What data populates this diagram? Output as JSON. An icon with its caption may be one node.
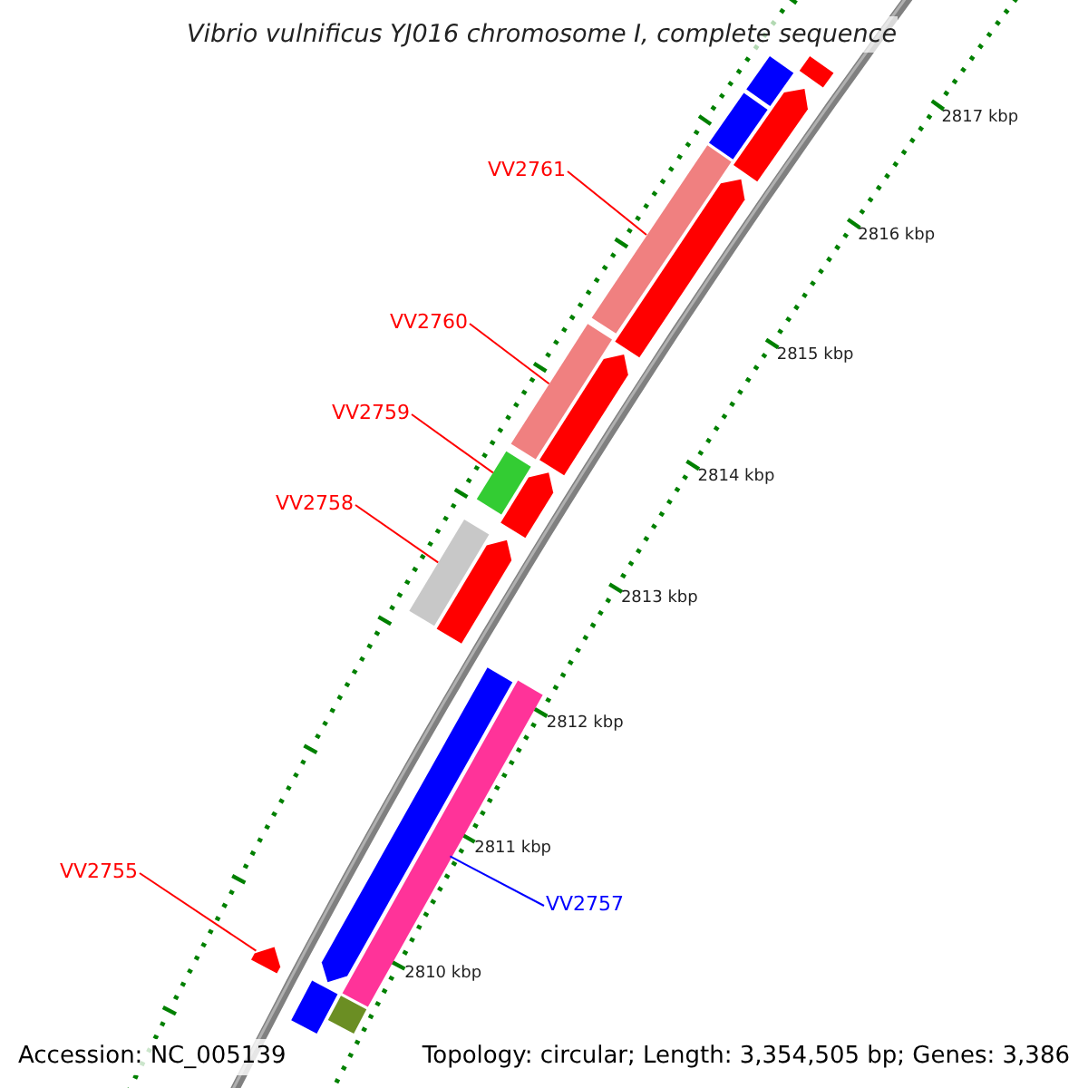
{
  "diagram": {
    "title": "Vibrio vulnificus YJ016 chromosome I, complete sequence",
    "nodes": [
      {
        "text": [
          "VV2761"
        ]
      },
      {
        "text": [
          "VV2760"
        ]
      },
      {
        "text": [
          "VV2759"
        ]
      },
      {
        "text": [
          "VV2758"
        ]
      },
      {
        "text": [
          "VV2755"
        ]
      },
      {
        "text": [
          "VV2757"
        ]
      },
      {
        "text": [],
        "shape": "bar"
      },
      {
        "text": [],
        "shape": "bar"
      },
      {
        "text": [],
        "shape": "bar"
      },
      {
        "text": [],
        "shape": "bar"
      },
      {
        "text": [],
        "shape": "bar"
      },
      {
        "text": [],
        "shape": "bar"
      },
      {
        "text": [],
        "shape": "bar"
      },
      {
        "text": [],
        "shape": "bar"
      },
      {
        "text": [],
        "shape": "bar"
      },
      {
        "text": [],
        "shape": "bar"
      },
      {
        "text": [],
        "shape": "bar"
      },
      {
        "text": [],
        "shape": "bar"
      },
      {
        "text": [],
        "shape": "bar"
      },
      {
        "text": [],
        "shape": "bar"
      },
      {
        "text": [],
        "shape": "bar"
      },
      {
        "text": [],
        "shape": "bar"
      },
      {
        "text": [],
        "shape": "bar"
      }
    ],
    "edges": [
      {
        "from": 0,
        "to": 6,
        "arrow": "none"
      },
      {
        "from": 1,
        "to": 7,
        "arrow": "none"
      },
      {
        "from": 2,
        "to": 8,
        "arrow": "none"
      },
      {
        "from": 3,
        "to": 9,
        "arrow": "none"
      },
      {
        "from": 4,
        "to": 10,
        "arrow": "none"
      },
      {
        "from": 5,
        "to": 11,
        "arrow": "none",
        "color": "#0000ff"
      }
    ],
    "labels": [
      "2817 kbp",
      "2816 kbp",
      "2815 kbp",
      "2814 kbp",
      "2813 kbp",
      "2812 kbp",
      "2811 kbp",
      "2810 kbp",
      "Accession: NC_005139",
      "Topology: circular; Length: 3,354,505 bp; Genes: 3,386"
    ]
  }
}
